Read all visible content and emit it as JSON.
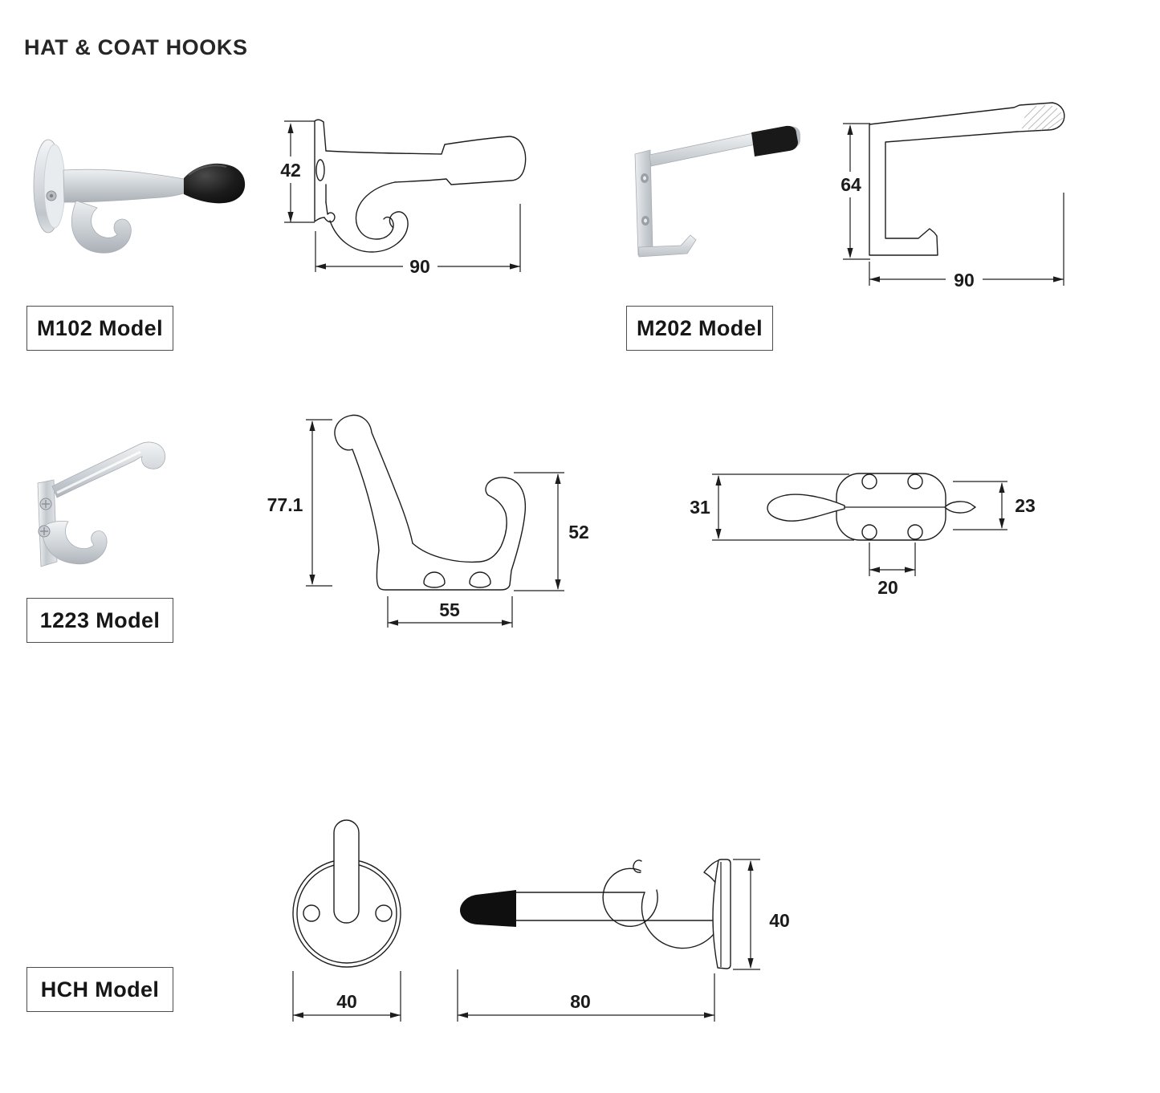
{
  "page": {
    "title": "HAT & COAT HOOKS"
  },
  "models": {
    "m102": {
      "label": "M102 Model",
      "height": "42",
      "width": "90"
    },
    "m202": {
      "label": "M202 Model",
      "height": "64",
      "width": "90"
    },
    "m1223": {
      "label": "1223 Model",
      "side": {
        "height": "77.1",
        "hook_height": "52",
        "base_width": "55"
      },
      "top": {
        "overall_width": "31",
        "plate_width": "23",
        "hole_spacing": "20"
      }
    },
    "hch": {
      "label": "HCH Model",
      "plate_diameter": "40",
      "projection": "80",
      "plate_height": "40"
    }
  }
}
